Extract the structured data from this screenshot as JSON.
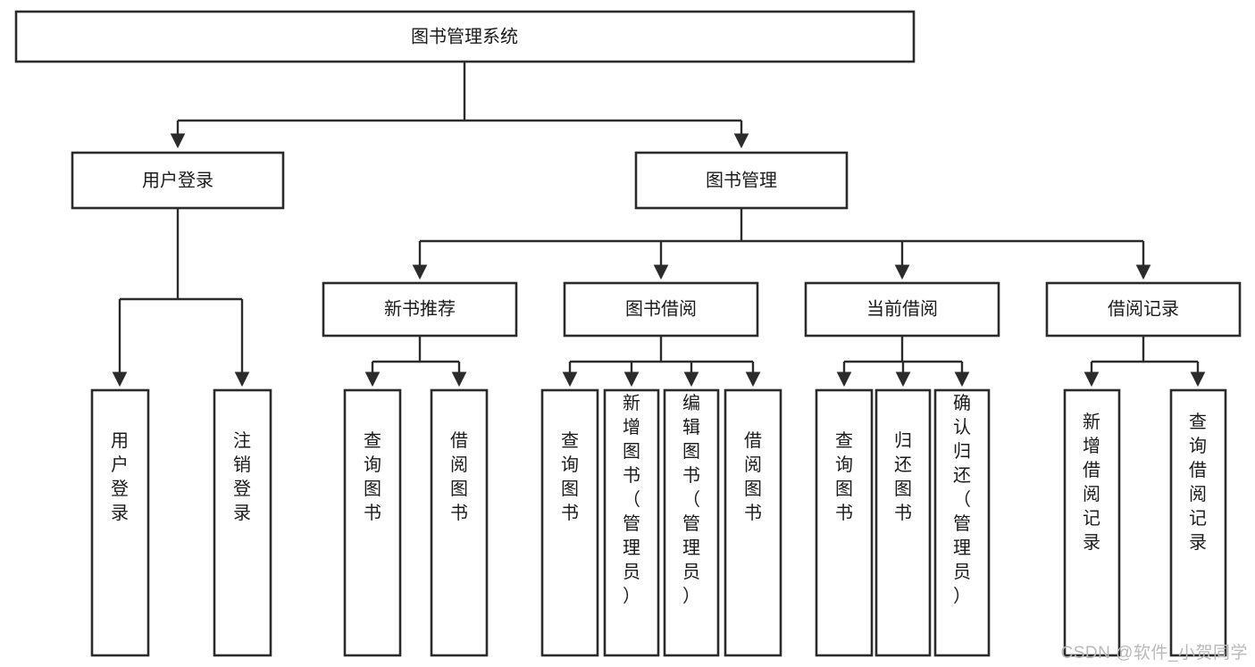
{
  "diagram": {
    "type": "tree",
    "title": "图书管理系统",
    "watermark": "CSDN @软件_小贺同学",
    "colors": {
      "box_stroke": "#2b2b2b",
      "box_fill": "#ffffff",
      "connector": "#2b2b2b",
      "text": "#1b1b1b",
      "watermark": "#b9b9b9",
      "background": "#ffffff"
    },
    "nodes": {
      "root": {
        "label": "图书管理系统",
        "orientation": "horizontal"
      },
      "level1": [
        {
          "id": "user-login",
          "label": "用户登录",
          "orientation": "horizontal"
        },
        {
          "id": "book-management",
          "label": "图书管理",
          "orientation": "horizontal"
        }
      ],
      "level2": [
        {
          "id": "new-book-recommend",
          "label": "新书推荐",
          "orientation": "horizontal"
        },
        {
          "id": "book-borrow",
          "label": "图书借阅",
          "orientation": "horizontal"
        },
        {
          "id": "current-borrow",
          "label": "当前借阅",
          "orientation": "horizontal"
        },
        {
          "id": "borrow-record",
          "label": "借阅记录",
          "orientation": "horizontal"
        }
      ],
      "leaves": [
        {
          "id": "leaf-user-login",
          "parent": "user-login",
          "label": "用户登录",
          "orientation": "vertical"
        },
        {
          "id": "leaf-user-logout",
          "parent": "user-login",
          "label": "注销登录",
          "orientation": "vertical"
        },
        {
          "id": "leaf-query-book-1",
          "parent": "new-book-recommend",
          "label": "查询图书",
          "orientation": "vertical"
        },
        {
          "id": "leaf-borrow-book-1",
          "parent": "new-book-recommend",
          "label": "借阅图书",
          "orientation": "vertical"
        },
        {
          "id": "leaf-query-book-2",
          "parent": "book-borrow",
          "label": "查询图书",
          "orientation": "vertical"
        },
        {
          "id": "leaf-add-book",
          "parent": "book-borrow",
          "label": "新增图书（管理员）",
          "orientation": "vertical"
        },
        {
          "id": "leaf-edit-book",
          "parent": "book-borrow",
          "label": "编辑图书（管理员）",
          "orientation": "vertical"
        },
        {
          "id": "leaf-borrow-book-2",
          "parent": "book-borrow",
          "label": "借阅图书",
          "orientation": "vertical"
        },
        {
          "id": "leaf-query-book-3",
          "parent": "current-borrow",
          "label": "查询图书",
          "orientation": "vertical"
        },
        {
          "id": "leaf-return-book",
          "parent": "current-borrow",
          "label": "归还图书",
          "orientation": "vertical"
        },
        {
          "id": "leaf-confirm-return",
          "parent": "current-borrow",
          "label": "确认归还（管理员）",
          "orientation": "vertical"
        },
        {
          "id": "leaf-add-record",
          "parent": "borrow-record",
          "label": "新增借阅记录",
          "orientation": "vertical"
        },
        {
          "id": "leaf-query-record",
          "parent": "borrow-record",
          "label": "查询借阅记录",
          "orientation": "vertical"
        }
      ]
    },
    "edges": [
      {
        "from": "图书管理系统",
        "to": "用户登录"
      },
      {
        "from": "图书管理系统",
        "to": "图书管理"
      },
      {
        "from": "用户登录",
        "to": "用户登录"
      },
      {
        "from": "用户登录",
        "to": "注销登录"
      },
      {
        "from": "图书管理",
        "to": "新书推荐"
      },
      {
        "from": "图书管理",
        "to": "图书借阅"
      },
      {
        "from": "图书管理",
        "to": "当前借阅"
      },
      {
        "from": "图书管理",
        "to": "借阅记录"
      },
      {
        "from": "新书推荐",
        "to": "查询图书"
      },
      {
        "from": "新书推荐",
        "to": "借阅图书"
      },
      {
        "from": "图书借阅",
        "to": "查询图书"
      },
      {
        "from": "图书借阅",
        "to": "新增图书（管理员）"
      },
      {
        "from": "图书借阅",
        "to": "编辑图书（管理员）"
      },
      {
        "from": "图书借阅",
        "to": "借阅图书"
      },
      {
        "from": "当前借阅",
        "to": "查询图书"
      },
      {
        "from": "当前借阅",
        "to": "归还图书"
      },
      {
        "from": "当前借阅",
        "to": "确认归还（管理员）"
      },
      {
        "from": "借阅记录",
        "to": "新增借阅记录"
      },
      {
        "from": "借阅记录",
        "to": "查询借阅记录"
      }
    ]
  }
}
